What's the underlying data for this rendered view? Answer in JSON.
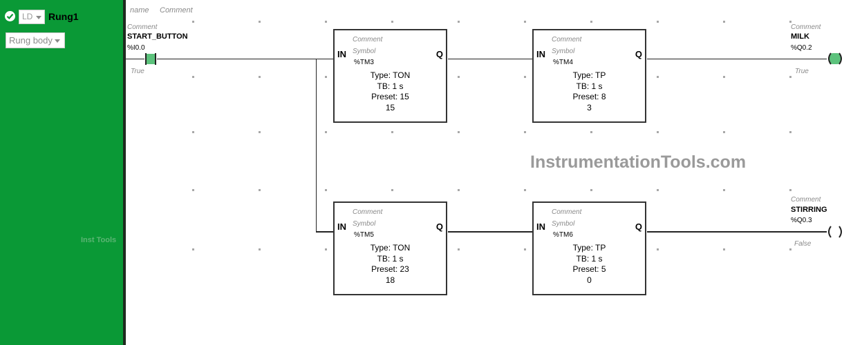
{
  "rung": {
    "language": "LD",
    "title": "Rung1",
    "body_selector": "Rung body",
    "side_label": "Inst Tools"
  },
  "header": {
    "name": "name",
    "comment": "Comment"
  },
  "contact": {
    "comment": "Comment",
    "symbol": "START_BUTTON",
    "address": "%I0.0",
    "state": "True"
  },
  "blocks": [
    {
      "comment": "Comment",
      "in": "IN",
      "q": "Q",
      "symbol": "Symbol",
      "address": "%TM3",
      "type": "Type: TON",
      "tb": "TB: 1 s",
      "preset": "Preset: 15",
      "value": "15"
    },
    {
      "comment": "Comment",
      "in": "IN",
      "q": "Q",
      "symbol": "Symbol",
      "address": "%TM4",
      "type": "Type: TP",
      "tb": "TB: 1 s",
      "preset": "Preset: 8",
      "value": "3"
    },
    {
      "comment": "Comment",
      "in": "IN",
      "q": "Q",
      "symbol": "Symbol",
      "address": "%TM5",
      "type": "Type: TON",
      "tb": "TB: 1 s",
      "preset": "Preset: 23",
      "value": "18"
    },
    {
      "comment": "Comment",
      "in": "IN",
      "q": "Q",
      "symbol": "Symbol",
      "address": "%TM6",
      "type": "Type: TP",
      "tb": "TB: 1 s",
      "preset": "Preset: 5",
      "value": "0"
    }
  ],
  "coils": [
    {
      "comment": "Comment",
      "symbol": "MILK",
      "address": "%Q0.2",
      "state": "True"
    },
    {
      "comment": "Comment",
      "symbol": "STIRRING",
      "address": "%Q0.3",
      "state": "False"
    }
  ],
  "watermark": "InstrumentationTools.com",
  "colors": {
    "sidebar": "#0a9936",
    "active_element": "#5cc27c",
    "wire": "#222222"
  },
  "icons": {
    "status": "check-circle-icon",
    "dropdown": "chevron-down-icon"
  }
}
